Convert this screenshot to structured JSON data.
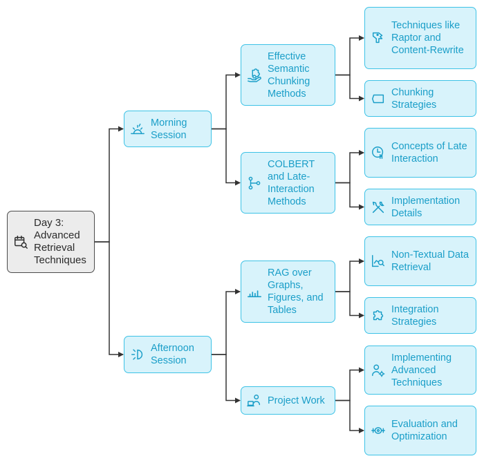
{
  "root": {
    "label": "Day 3: Advanced Retrieval Techniques",
    "icon": "calendar-search-icon"
  },
  "sessions": [
    {
      "label": "Morning Session",
      "icon": "sunrise-icon",
      "topics": [
        {
          "label": "Effective Semantic Chunking Methods",
          "icon": "hand-puzzle-icon",
          "items": [
            {
              "label": "Techniques like Raptor and Content-Rewrite",
              "icon": "raptor-icon"
            },
            {
              "label": "Chunking Strategies",
              "icon": "chunk-icon"
            }
          ]
        },
        {
          "label": "COLBERT and Late-Interaction Methods",
          "icon": "nodes-icon",
          "items": [
            {
              "label": "Concepts of Late Interaction",
              "icon": "clock-interaction-icon"
            },
            {
              "label": "Implementation Details",
              "icon": "tools-icon"
            }
          ]
        }
      ]
    },
    {
      "label": "Afternoon Session",
      "icon": "sunset-icon",
      "topics": [
        {
          "label": "RAG over Graphs, Figures, and Tables",
          "icon": "bar-chart-icon",
          "items": [
            {
              "label": "Non-Textual Data Retrieval",
              "icon": "chart-search-icon"
            },
            {
              "label": "Integration Strategies",
              "icon": "puzzle-icon"
            }
          ]
        },
        {
          "label": "Project Work",
          "icon": "person-laptop-icon",
          "items": [
            {
              "label": "Implementing Advanced Techniques",
              "icon": "person-gear-icon"
            },
            {
              "label": "Evaluation and Optimization",
              "icon": "scale-icon"
            }
          ]
        }
      ]
    }
  ],
  "colors": {
    "node_fill": "#d8f3fb",
    "node_border": "#3cc2e6",
    "node_text": "#1a9ec8",
    "root_fill": "#ececec",
    "root_border": "#4a4a4a",
    "connector": "#333333"
  }
}
